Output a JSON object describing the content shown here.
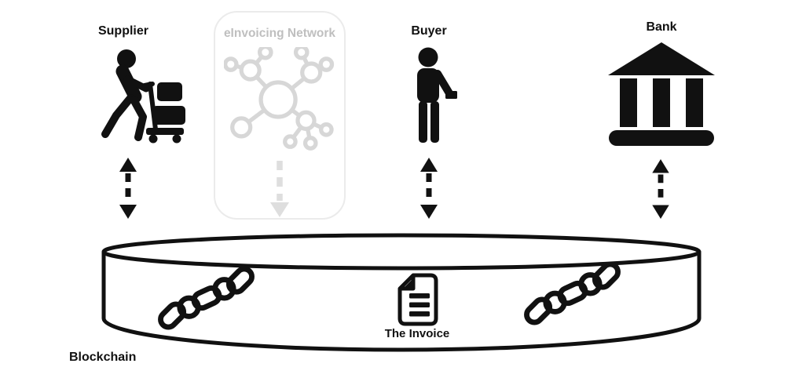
{
  "diagram": {
    "actors": {
      "supplier": {
        "label": "Supplier",
        "icon": "person-pushing-cart-icon"
      },
      "einvoicing_network": {
        "label": "eInvoicing Network",
        "icon": "network-nodes-icon",
        "state": "inactive-gray"
      },
      "buyer": {
        "label": "Buyer",
        "icon": "person-icon"
      },
      "bank": {
        "label": "Bank",
        "icon": "bank-building-icon"
      }
    },
    "blockchain": {
      "label": "Blockchain",
      "shape": "cylinder",
      "contents": {
        "left_icon": "chain-links-icon",
        "invoice": {
          "label": "The Invoice",
          "icon": "invoice-document-icon"
        },
        "right_icon": "chain-links-icon"
      }
    },
    "connections": {
      "supplier_to_blockchain": "dashed-double-arrow",
      "network_to_blockchain": "dashed-down-arrow-gray",
      "buyer_to_blockchain": "dashed-double-arrow",
      "bank_to_blockchain": "dashed-double-arrow"
    },
    "colors": {
      "ink": "#111111",
      "inactive_stroke": "#d7d7d7",
      "inactive_arrow": "#dedede",
      "inactive_text": "#bfbfbf",
      "inactive_border": "#ebebeb",
      "background": "#ffffff"
    }
  }
}
